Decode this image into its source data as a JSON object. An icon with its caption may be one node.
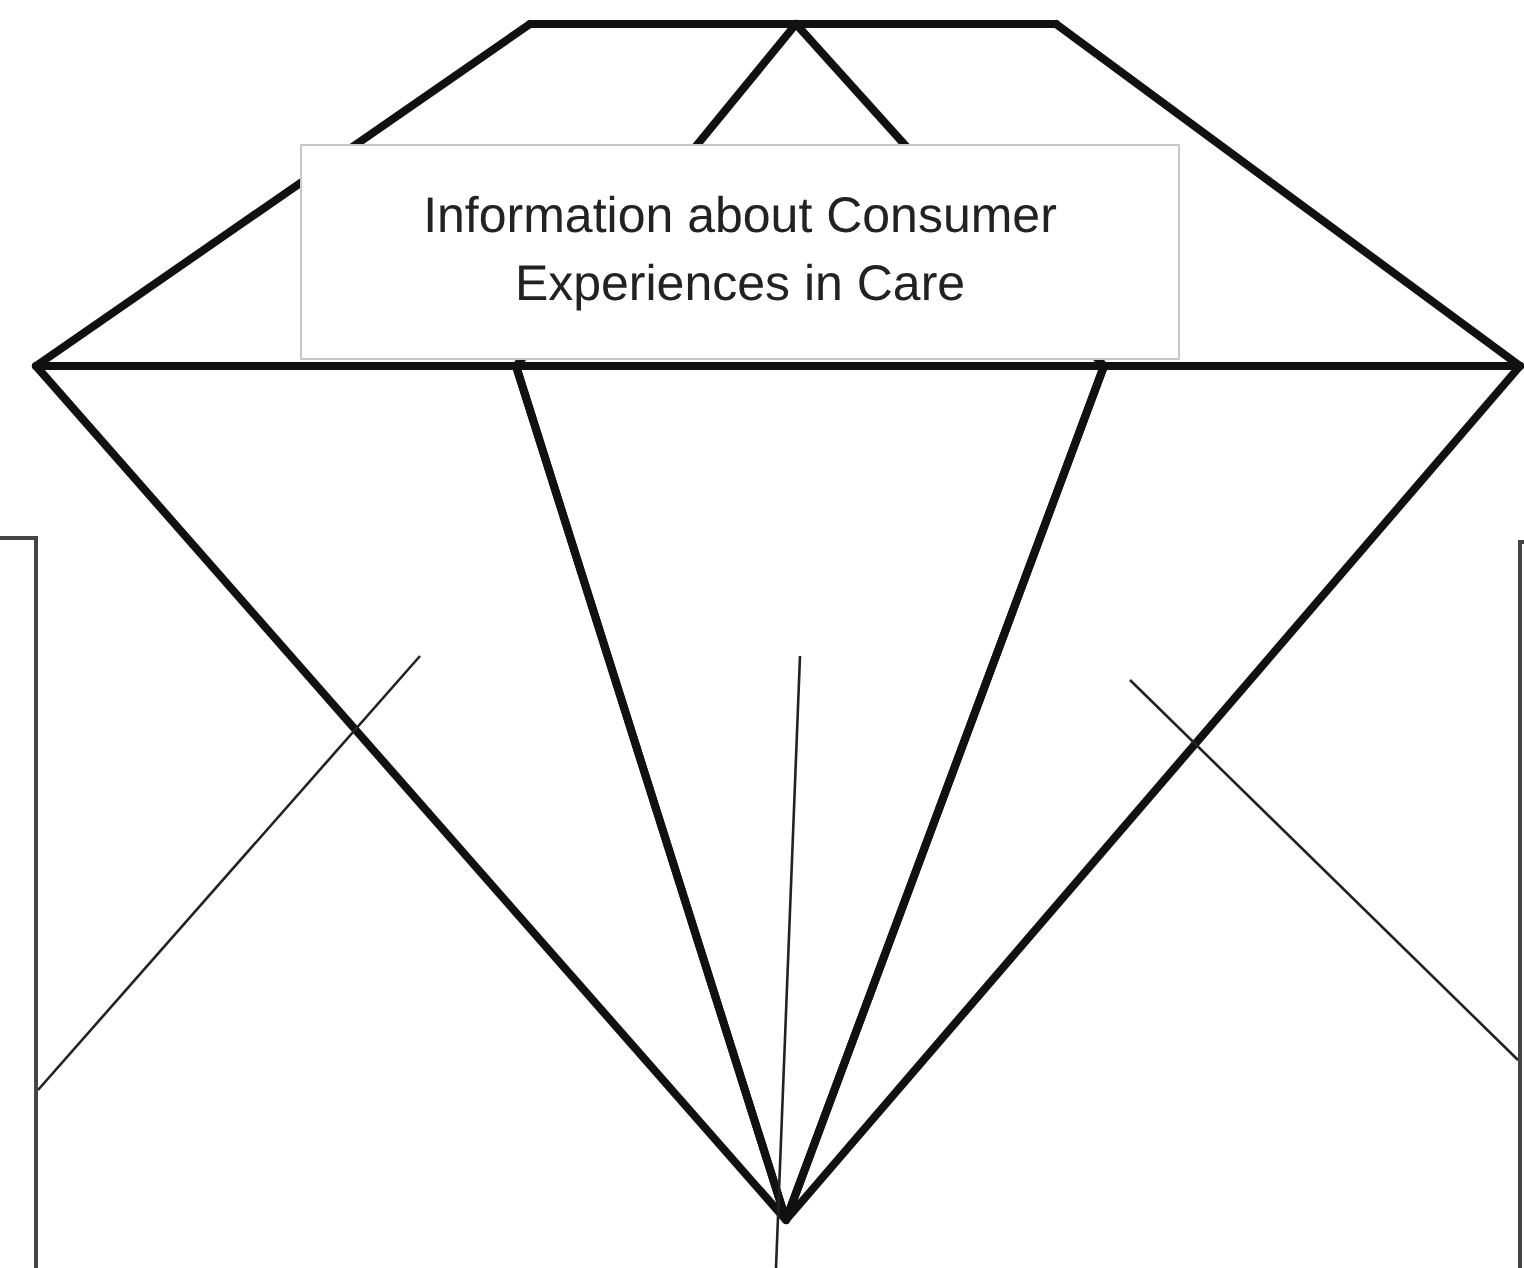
{
  "diagram": {
    "nodes": [
      {
        "text": [
          "Information about Consumer Experiences in Care"
        ]
      },
      {
        "text": [],
        "shape": "box"
      },
      {
        "text": [],
        "shape": "box"
      },
      {
        "text": [],
        "shape": "triangle"
      },
      {
        "text": [],
        "shape": "triangle"
      },
      {
        "text": [],
        "shape": "triangle"
      }
    ],
    "edges": [
      {
        "from": 1,
        "to": 3,
        "arrow": "none"
      },
      {
        "from": null,
        "to": 4,
        "arrow": "none"
      },
      {
        "from": 2,
        "to": 5,
        "arrow": "none"
      }
    ]
  }
}
